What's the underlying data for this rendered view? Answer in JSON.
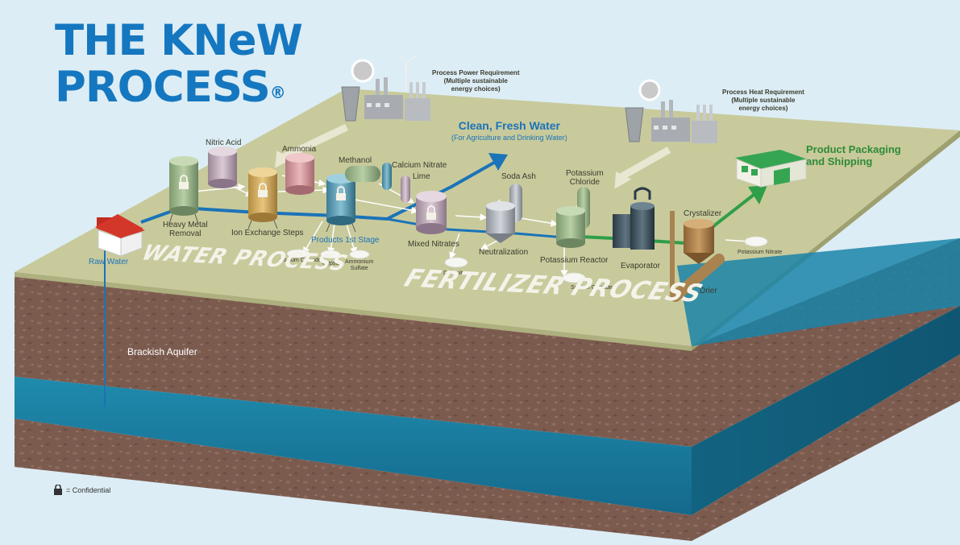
{
  "title": {
    "line1": "THE KNeW",
    "line2": "PROCESS",
    "reg_mark": "®"
  },
  "power": {
    "title": "Process Power Requirement",
    "line2": "(Multiple sustainable",
    "line3": "energy choices)"
  },
  "heat": {
    "title": "Process Heat Requirement",
    "line2": "(Multiple sustainable",
    "line3": "energy choices)"
  },
  "fresh_water": {
    "title": "Clean, Fresh Water",
    "subtitle": "(For Agriculture and Drinking Water)"
  },
  "packaging": {
    "line1": "Product Packaging",
    "line2": "and Shipping"
  },
  "labels": {
    "nitric_acid": "Nitric Acid",
    "ammonia": "Ammonia",
    "methanol": "Methanol",
    "calcium_nitrate": "Calcium Nitrate",
    "lime": "Lime",
    "soda_ash": "Soda Ash",
    "potassium_chloride_1": "Potassium",
    "potassium_chloride_2": "Chloride",
    "heavy_metal_1": "Heavy Metal",
    "heavy_metal_2": "Removal",
    "ion_exchange": "Ion Exchange Steps",
    "products_1st": "Products 1st Stage",
    "mixed_nitrates": "Mixed Nitrates",
    "neutralization": "Neutralization",
    "potassium_reactor": "Potassium Reactor",
    "evaporator": "Evaporator",
    "crystalizer": "Crystalizer",
    "drier": "Drier",
    "raw_water": "Raw Water",
    "brackish_aquifer": "Brackish Aquifer"
  },
  "byproducts": {
    "sodium_chloride_1": "Sodium Chloride",
    "gypsum": "Gypsum",
    "ammonium_1": "Ammonium",
    "ammonium_2": "Sulfate",
    "dolomite": "Dolomite",
    "sodium_chloride_2": "Sodium Chloride",
    "potassium_nitrate": "Potassium Nitrate"
  },
  "sections": {
    "water": "WATER PROCESS",
    "fertilizer": "FERTILIZER PROCESS"
  },
  "legend": {
    "text": "= Confidential"
  },
  "colors": {
    "title_blue": "#1577bf",
    "water_blue": "#1b73b8",
    "product_green": "#2f8a3a",
    "ground_top": "#c7c99a",
    "soil": "#7a5a4e",
    "aquifer": "#1d7f9e"
  }
}
